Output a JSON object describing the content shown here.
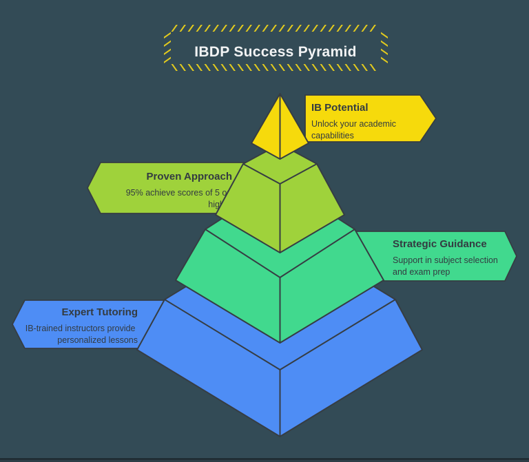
{
  "title": {
    "text": "IBDP Success Pyramid"
  },
  "colors": {
    "background": "#334B56",
    "outline": "#363D43",
    "title_text": "#F2F3F4",
    "dash_accent": "#E2CA1E",
    "banner_text": "#333B41",
    "footer_line": "#161D22",
    "footer_bg": "#2C3D46"
  },
  "levels": [
    {
      "id": "ib-potential",
      "name": "IB Potential",
      "desc_lines": [
        "Unlock your academic",
        "capabilities"
      ],
      "color": "#F6DA0C",
      "banner_side": "right"
    },
    {
      "id": "proven-approach",
      "name": "Proven Approach",
      "desc_lines": [
        "95% achieve scores of 5 or",
        "higher"
      ],
      "color": "#9FD23B",
      "banner_side": "left"
    },
    {
      "id": "strategic-guidance",
      "name": "Strategic Guidance",
      "desc_lines": [
        "Support in subject selection",
        "and exam prep"
      ],
      "color": "#41D98E",
      "banner_side": "right"
    },
    {
      "id": "expert-tutoring",
      "name": "Expert Tutoring",
      "desc_lines": [
        "IB-trained instructors provide",
        "personalized lessons"
      ],
      "color": "#4E8DF5",
      "banner_side": "left"
    }
  ]
}
